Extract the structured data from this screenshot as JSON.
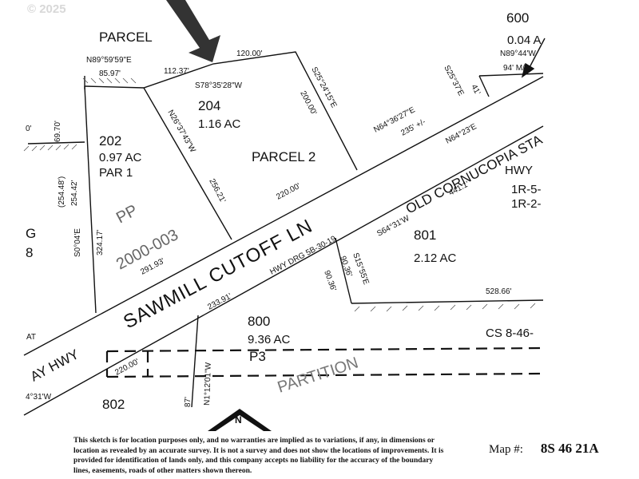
{
  "copyright": "© 2025",
  "disclaimer": "This sketch is for location purposes only, and no warranties are implied as to variations, if any, in dimensions or location as revealed by an accurate survey. It is not a survey and does not show the locations of improvements. It is provided for identification of lands only, and this company accepts no liability for the accuracy of the boundary lines, easements, roads of other matters shown thereon.",
  "map_number_label": "Map #:",
  "map_number": "8S 46 21A",
  "north_label": "N",
  "roads": {
    "sawmill": "SAWMILL CUTOFF LN",
    "cornucopia": "OLD CORNUCOPIA STA",
    "hwy_left": "AY HWY",
    "hwy_drg": "HWY DRG 5B-30-19",
    "at": "AT",
    "hwy_right": "HWY",
    "hwy_r1": "1R-5-",
    "hwy_r2": "1R-2-"
  },
  "parcels": {
    "parcel_label": "PARCEL",
    "parcel2": "PARCEL 2",
    "p600": "600",
    "p600_ac": "0.04 A",
    "p204": "204",
    "p204_ac": "1.16 AC",
    "p202": "202",
    "p202_ac": "0.97 AC",
    "p202_par": "PAR 1",
    "p801": "801",
    "p801_ac": "2.12 AC",
    "p800": "800",
    "p800_ac": "9.36 AC",
    "p3": "P3",
    "p802": "802",
    "g": "G",
    "eight": "8",
    "pp": "PP",
    "pp_num": "2000-003",
    "partition": "PARTITION",
    "cs": "CS 8-46-"
  },
  "dims": {
    "n89_59": "N89°59'59\"E",
    "d85_97": "85.97'",
    "d112_37": "112.37'",
    "d120": "120.00'",
    "s78": "S78°35'28\"W",
    "n26": "N26°37'43\"W",
    "s25_24": "S25°24'15\"E",
    "d200": "200.00'",
    "s25_37": "S25°37'E",
    "n89_44": "N89°44'W",
    "d94": "94' M/L",
    "d41": "41'",
    "n64_36": "N64°36'27\"E",
    "d235": "235' +/-",
    "n64_23": "N64°23'E",
    "d441": "441.1'",
    "d220_top": "220.00'",
    "d256": "256.21'",
    "d69": "69.70'",
    "d0": "0'",
    "d254_48": "(254.48')",
    "d254_42": "254.42'",
    "s0_04": "S0°04'E",
    "d324": "324.17'",
    "d291": "291.93'",
    "s64_31": "S64°31'W",
    "s15": "S15°55'E",
    "d90_36a": "90.36'",
    "d90_36b": "90.36'",
    "d528": "528.66'",
    "d233": "233.91'",
    "n1": "N1°12'01\"W",
    "d220_bot": "220.00'",
    "d4_31": "4°31'W",
    "d87": "87'"
  }
}
